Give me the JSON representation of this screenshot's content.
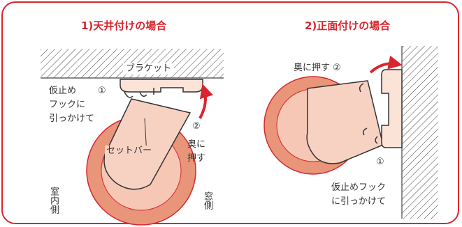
{
  "left_panel": {
    "title": "1)天井付けの場合",
    "bracket_label": "ブラケット",
    "hook_instruction": [
      "仮止め",
      "フックに",
      "引っかけて"
    ],
    "step1_marker": "①",
    "step2_marker": "②",
    "push_instruction": [
      "奥に",
      "押す"
    ],
    "set_bar_label": "セットバー",
    "indoor_side_label": "室内側",
    "window_side_label": "窓側"
  },
  "right_panel": {
    "title": "2)正面付けの場合",
    "push_instruction": "奥に押す ②",
    "step1_marker": "①",
    "hook_instruction": [
      "仮止めフック",
      "に引っかけて"
    ]
  },
  "colors": {
    "accent": "#d9262e",
    "roll_outer": "#e8957a",
    "roll_inner": "#f6c7b4",
    "bar_fill": "#f7d2c3",
    "bracket_fill": "#fbe3d8"
  },
  "icons": [
    "ceiling-hatch",
    "wall-hatch",
    "curved-arrow-icon"
  ]
}
